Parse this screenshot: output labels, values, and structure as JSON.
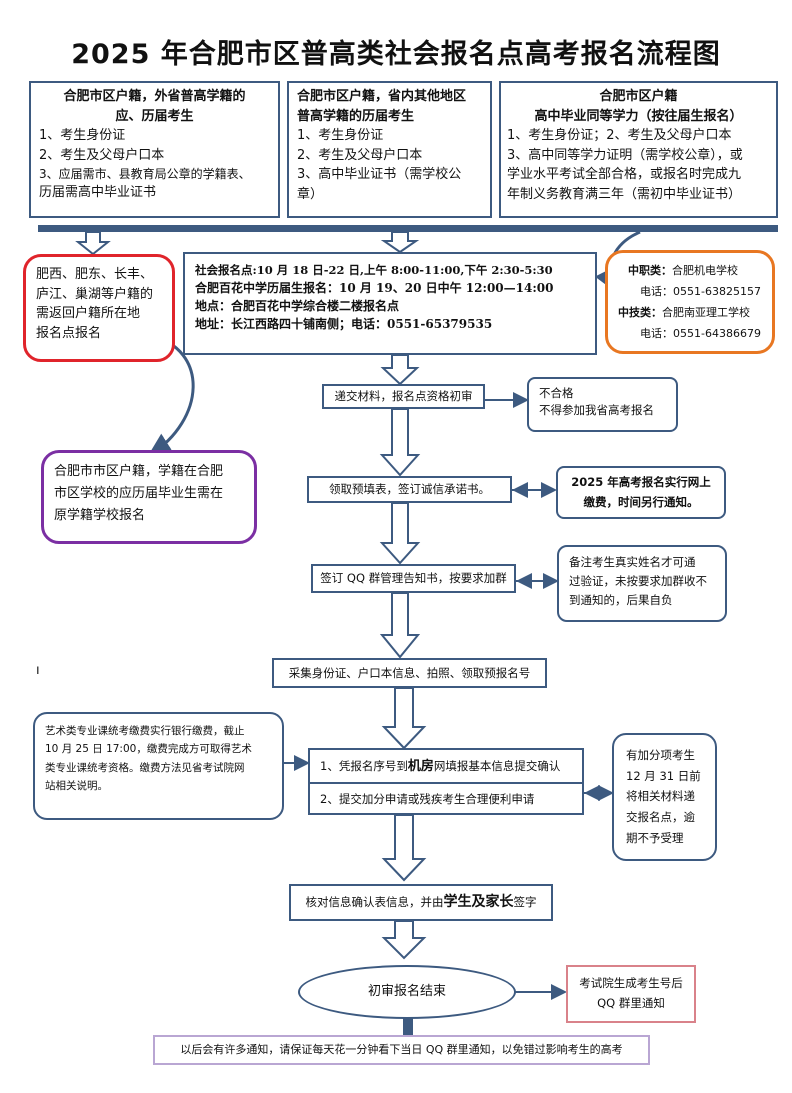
{
  "title": "2025 年合肥市区普高类社会报名点高考报名流程图",
  "top_boxes": [
    {
      "heading": [
        "合肥市区户籍，外省普高学籍的",
        "应、历届考生"
      ],
      "items": [
        "1、考生身份证",
        "2、考生及父母户口本",
        "3、应届需市、县教育局公章的学籍表、",
        "历届需高中毕业证书"
      ]
    },
    {
      "heading": [
        "合肥市区户籍，省内其他地区",
        "普高学籍的历届考生"
      ],
      "items": [
        "1、考生身份证",
        "2、考生及父母户口本",
        "3、高中毕业证书（需学校公",
        "章）"
      ]
    },
    {
      "heading": [
        "合肥市区户籍",
        "高中毕业同等学力（按往届生报名）"
      ],
      "items": [
        "1、考生身份证；2、考生及父母户口本",
        "3、高中同等学力证明（需学校公章），或",
        "学业水平考试全部合格，或报名时完成九",
        "年制义务教育满三年（需初中毕业证书）"
      ]
    }
  ],
  "left_red": [
    "肥西、肥东、长丰、",
    "庐江、巢湖等户籍的",
    "需返回户籍所在地",
    "报名点报名"
  ],
  "left_purple": [
    "合肥市市区户籍，学籍在合肥",
    "市区学校的应历届毕业生需在",
    "原学籍学校报名"
  ],
  "center_info": [
    "社会报名点:10 月 18 日-22 日,上午 8:00-11:00,下午 2:30-5:30",
    "合肥百花中学历届生报名：10 月 19、20 日中午 12:00—14:00",
    "地点：合肥百花中学综合楼二楼报名点",
    "地址：长江西路四十铺南侧；电话：0551-65379535"
  ],
  "right_orange": {
    "label1": "中职类：",
    "school1": "合肥机电学校",
    "phone1": "电话：0551-63825157",
    "label2": "中技类：",
    "school2": "合肥南亚理工学校",
    "phone2": "电话：0551-64386679"
  },
  "steps": {
    "s1": "递交材料，报名点资格初审",
    "s2": "领取预填表，签订诚信承诺书。",
    "s3": "签订 QQ 群管理告知书，按要求加群",
    "s4": "采集身份证、户口本信息、拍照、领取预报名号",
    "s5a_pre": "1、凭报名序号到",
    "s5a_bold": "机房",
    "s5a_post": "网填报基本信息提交确认",
    "s5b": "2、提交加分申请或残疾考生合理便利申请",
    "s6_pre": "核对信息确认表信息，并由",
    "s6_bold": "学生及家长",
    "s6_post": "签字",
    "end": "初审报名结束"
  },
  "side": {
    "reject": [
      "不合格",
      "不得参加我省高考报名"
    ],
    "fee": [
      "2025 年高考报名实行网上",
      "缴费，时间另行通知。"
    ],
    "qq_note": [
      "备注考生真实姓名才可通",
      "过验证，未按要求加群收不",
      "到通知的，后果自负"
    ],
    "art": [
      "艺术类专业课统考缴费实行银行缴费，截止",
      "10 月 25 日 17:00，缴费完成方可取得艺术",
      "类专业课统考资格。缴费方法见省考试院网",
      "站相关说明。"
    ],
    "bonus": [
      "有加分项考生",
      "12 月 31 日前",
      "将相关材料递",
      "交报名点，逾",
      "期不予受理"
    ],
    "exam_no": [
      "考试院生成考生号后",
      "QQ 群里通知"
    ]
  },
  "footer": "以后会有许多通知，请保证每天花一分钟看下当日 QQ 群里通知，以免错过影响考生的高考",
  "stray_mark": "ı",
  "colors": {
    "box_border": "#3d5a80",
    "arrow": "#3d5a80",
    "red": "#e0242b",
    "purple": "#7b2fa3",
    "orange": "#e87722",
    "pink": "#d9828a",
    "footer_border": "#b9a6d3"
  }
}
